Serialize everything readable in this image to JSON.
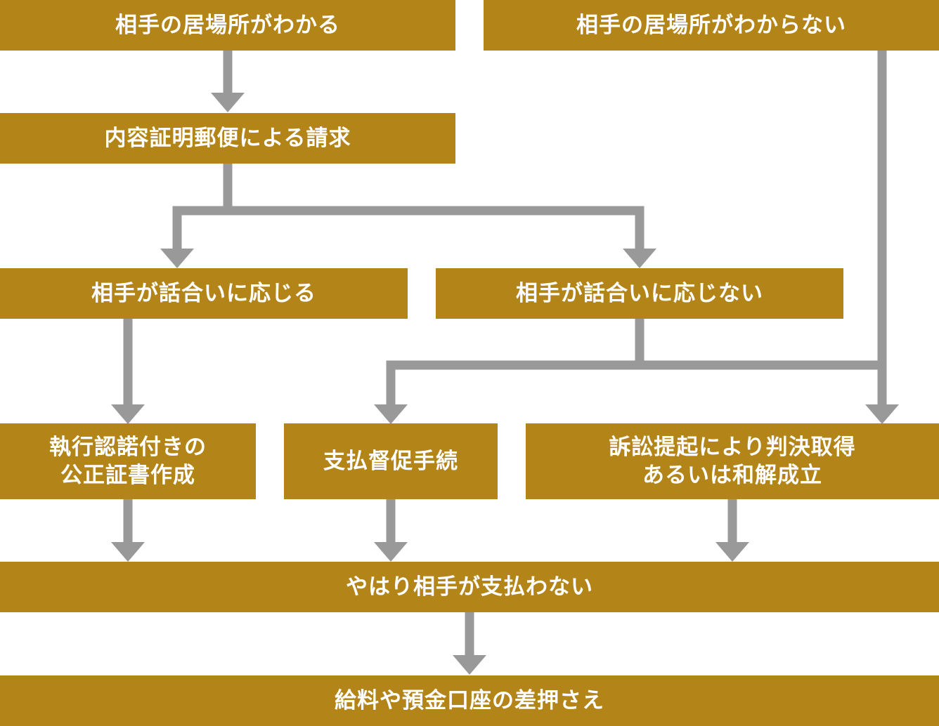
{
  "diagram": {
    "colors": {
      "box": "#b38519",
      "text": "#ffffff",
      "connector": "#999999"
    },
    "nodes": {
      "known": "相手の居場所がわかる",
      "unknown": "相手の居場所がわからない",
      "certified_mail": "内容証明郵便による請求",
      "agrees": "相手が話合いに応じる",
      "refuses": "相手が話合いに応じない",
      "notarial_deed": {
        "line1": "執行認諾付きの",
        "line2": "公正証書作成"
      },
      "payment_demand": "支払督促手続",
      "lawsuit": {
        "line1": "訴訟提起により判決取得",
        "line2": "あるいは和解成立"
      },
      "still_unpaid": "やはり相手が支払わない",
      "garnishment": "給料や預金口座の差押さえ"
    }
  }
}
